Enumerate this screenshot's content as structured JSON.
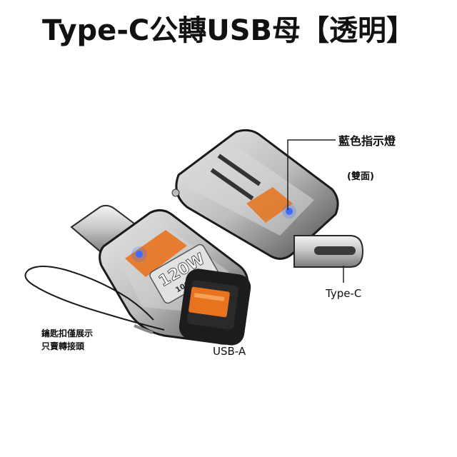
{
  "title": "Type-C公轉USB母【透明】",
  "labels": {
    "led": "藍色指示燈",
    "dual": "(雙面)",
    "type_c": "Type-C",
    "usb_a": "USB-A",
    "note_line1": "鑰匙扣僅展示",
    "note_line2": "只賣轉接頭"
  },
  "product": {
    "power_text": "120W",
    "speed_text": "10Gbps"
  },
  "colors": {
    "accent_orange": "#e8731e",
    "led_blue": "#3b6cff",
    "dark": "#1a1a1a"
  }
}
